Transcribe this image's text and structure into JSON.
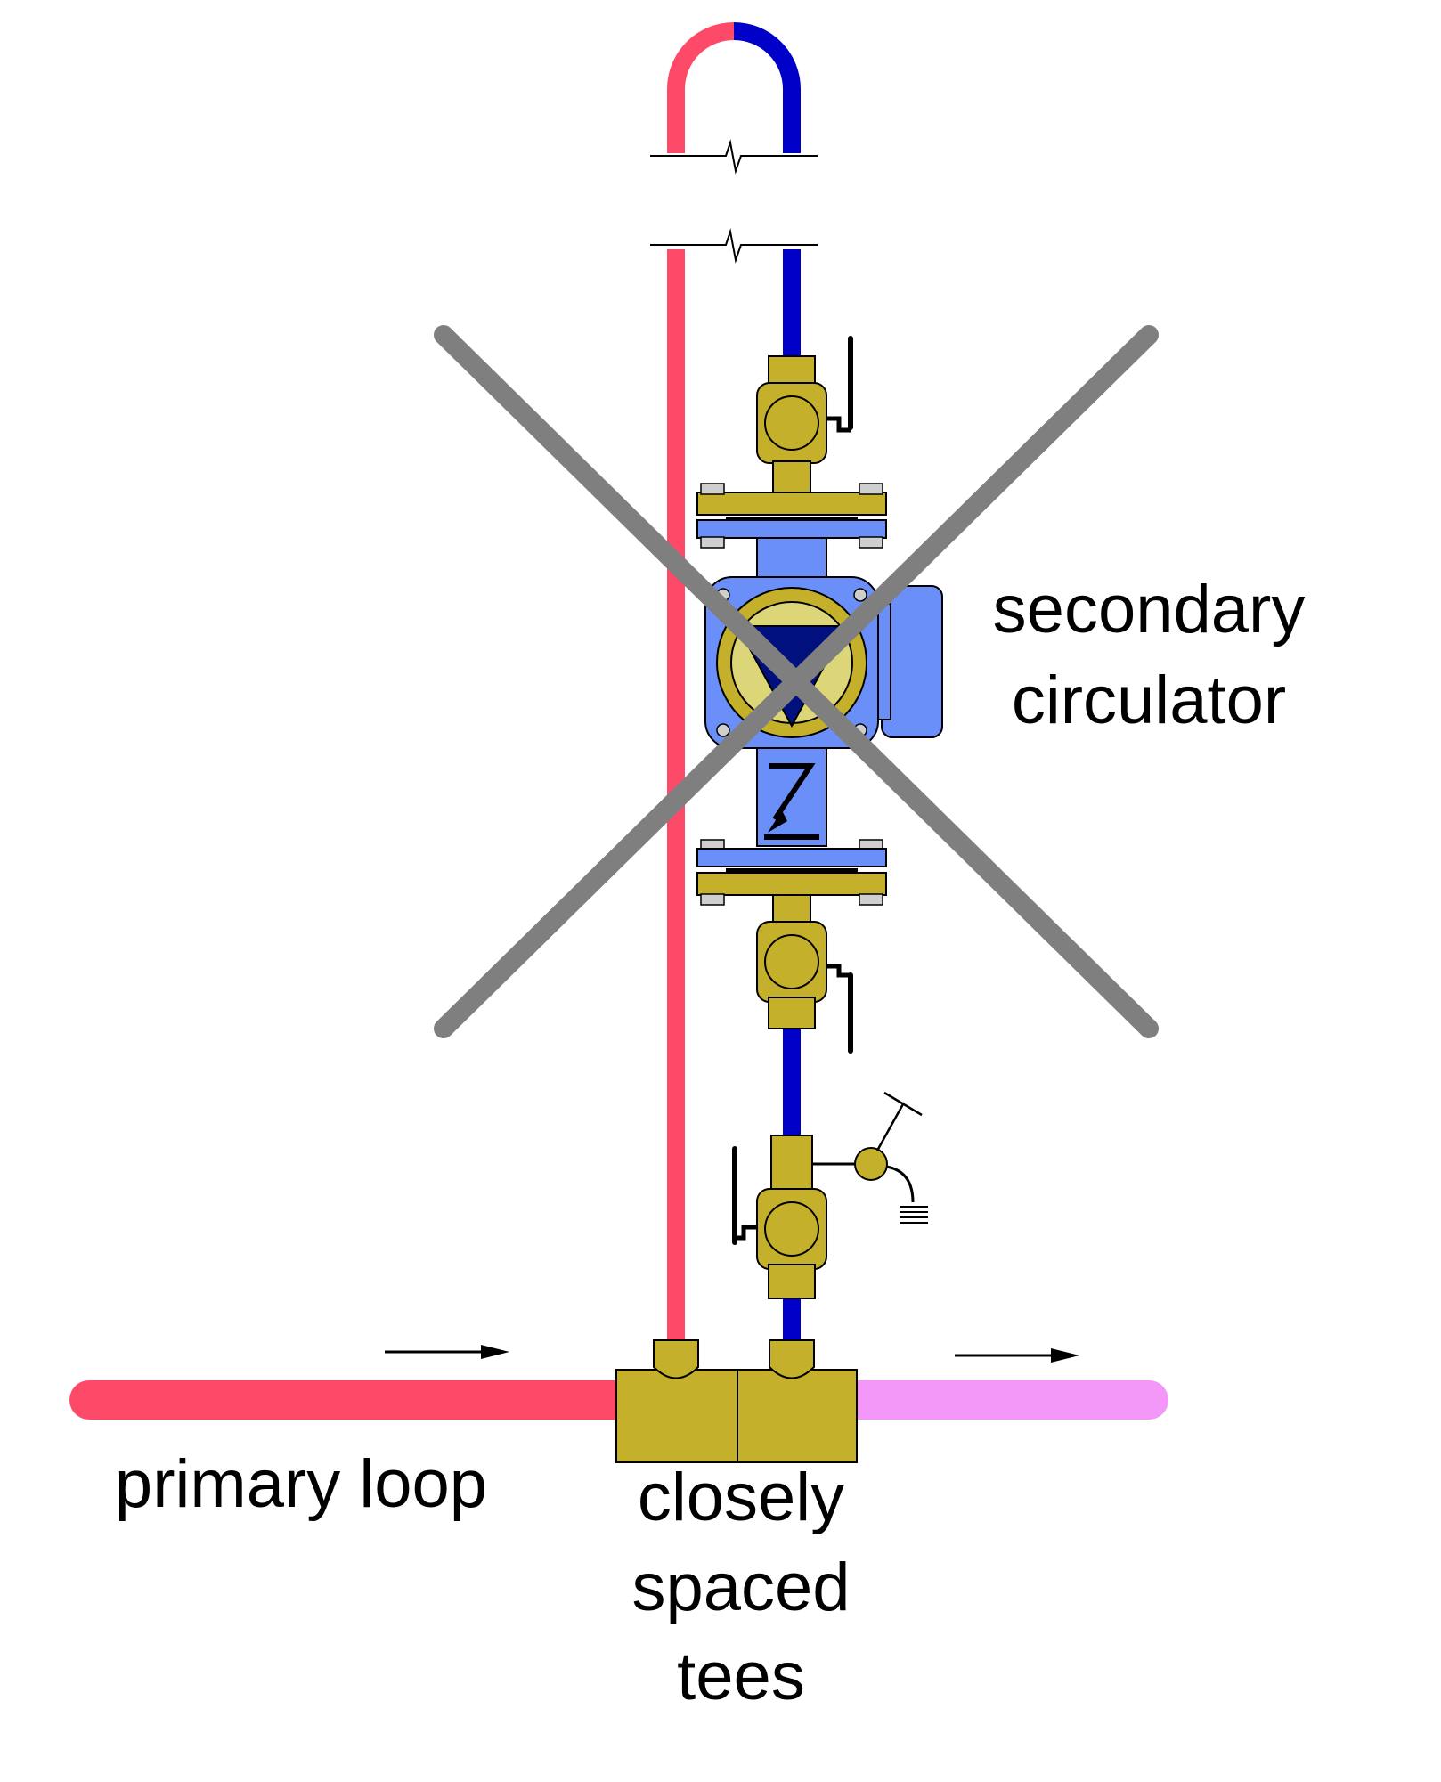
{
  "labels": {
    "secondary_circulator": [
      "secondary",
      "circulator"
    ],
    "primary_loop": "primary loop",
    "closely_spaced_tees": [
      "closely",
      "spaced",
      "tees"
    ]
  },
  "colors": {
    "supply_pipe": "#fd4a69",
    "return_pipe": "#0000c8",
    "mixed_pipe": "#f398f9",
    "brass": "#c4b02a",
    "circulator_body": "#6a8ff9",
    "circulator_face": "#dcd679",
    "impeller_mark": "#00117d",
    "cross_out": "#7f7f7f"
  },
  "flow_arrows": [
    "primary-inflow",
    "primary-outflow"
  ]
}
